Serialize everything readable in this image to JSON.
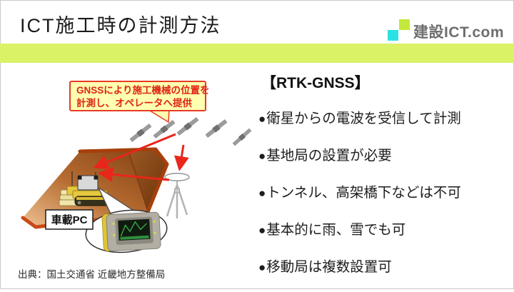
{
  "header": {
    "title": "ICT施工時の計測方法",
    "band_color": "#d9f266",
    "logo": {
      "text": "建設ICT.com",
      "square_green": "#c3e93c",
      "square_cyan": "#2be2e2"
    }
  },
  "panel": {
    "heading": "【RTK-GNSS】",
    "bullet_marker": "●",
    "bullets": [
      "衛星からの電波を受信して計測",
      "基地局の設置が必要",
      "トンネル、高架橋下などは不可",
      "基本的に雨、雪でも可",
      "移動局は複数設置可"
    ]
  },
  "diagram": {
    "callout": {
      "line1": "GNSSにより施工機械の位置を",
      "line2": "計測し、オペレータへ提供",
      "bg_color": "#feffb0",
      "text_color": "#e02313",
      "border_color": "#e73b25"
    },
    "machine_label": "車載PC",
    "satellite_count": 5,
    "icons": {
      "satellite": "satellite-icon",
      "base_station": "gnss-base-station-icon",
      "bulldozer": "bulldozer-icon",
      "onboard_pc": "onboard-pc-monitor-icon"
    },
    "colors": {
      "slope_face": "#b06428",
      "slope_edge": "#a63f0c",
      "slope_bottom_edge": "#c94a17",
      "arrow": "#e8261a"
    }
  },
  "footer": {
    "source": "出典：国土交通省 近畿地方整備局"
  }
}
